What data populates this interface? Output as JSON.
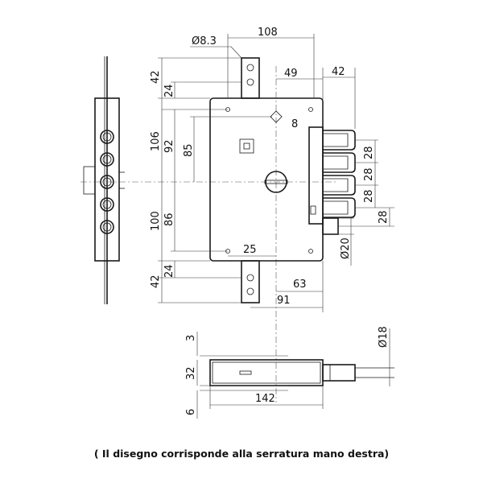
{
  "caption": "( Il disegno corrisponde alla serratura mano destra)",
  "dimensions": {
    "top_width": "108",
    "hole_diameter": "Ø8.3",
    "top_offset": "49",
    "bolt_depth": "42",
    "upper_42": "42",
    "upper_24": "24",
    "height_106": "106",
    "height_92": "92",
    "height_85": "85",
    "square_8": "8",
    "bolt_pitch_1": "28",
    "bolt_pitch_2": "28",
    "bolt_pitch_3": "28",
    "bolt_pitch_4": "28",
    "height_100": "100",
    "height_86": "86",
    "bolt_diameter": "Ø20",
    "bottom_25": "25",
    "lower_42": "42",
    "lower_24": "24",
    "bottom_63": "63",
    "bottom_91": "91",
    "side_3": "3",
    "side_32": "32",
    "side_6": "6",
    "side_width_142": "142",
    "side_diameter": "Ø18"
  }
}
